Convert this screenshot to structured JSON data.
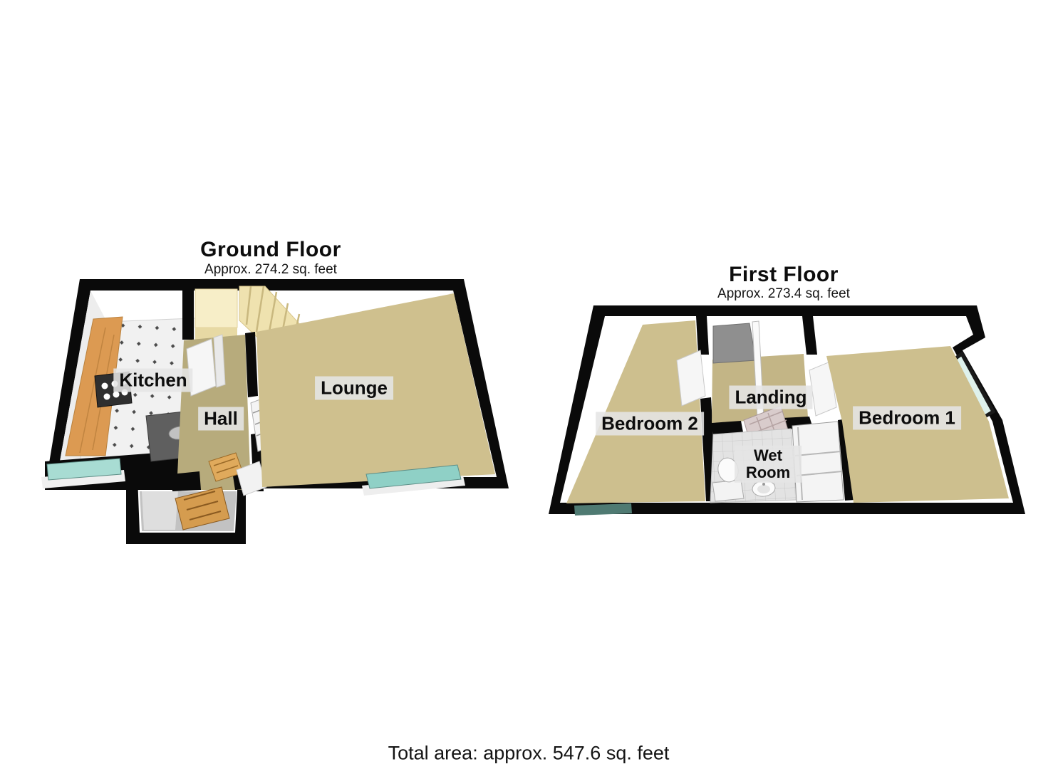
{
  "ground_floor": {
    "title": "Ground Floor",
    "area": "Approx. 274.2 sq. feet",
    "rooms": {
      "kitchen": "Kitchen",
      "hall": "Hall",
      "lounge": "Lounge"
    }
  },
  "first_floor": {
    "title": "First Floor",
    "area": "Approx. 273.4 sq. feet",
    "rooms": {
      "bedroom2": "Bedroom 2",
      "landing": "Landing",
      "wet_room": "Wet Room",
      "bedroom1": "Bedroom 1"
    }
  },
  "footer": {
    "total_area": "Total area: approx. 547.6 sq. feet"
  },
  "colors": {
    "wall": "#0a0a0a",
    "carpet": "#cfc08e",
    "hall_carpet": "#b7ab7c",
    "stairs": "#efe2af",
    "window_glass": "#8fd0c6",
    "kitchen_cabinet": "#dc9a52",
    "label_background": "#e5e5e5"
  }
}
